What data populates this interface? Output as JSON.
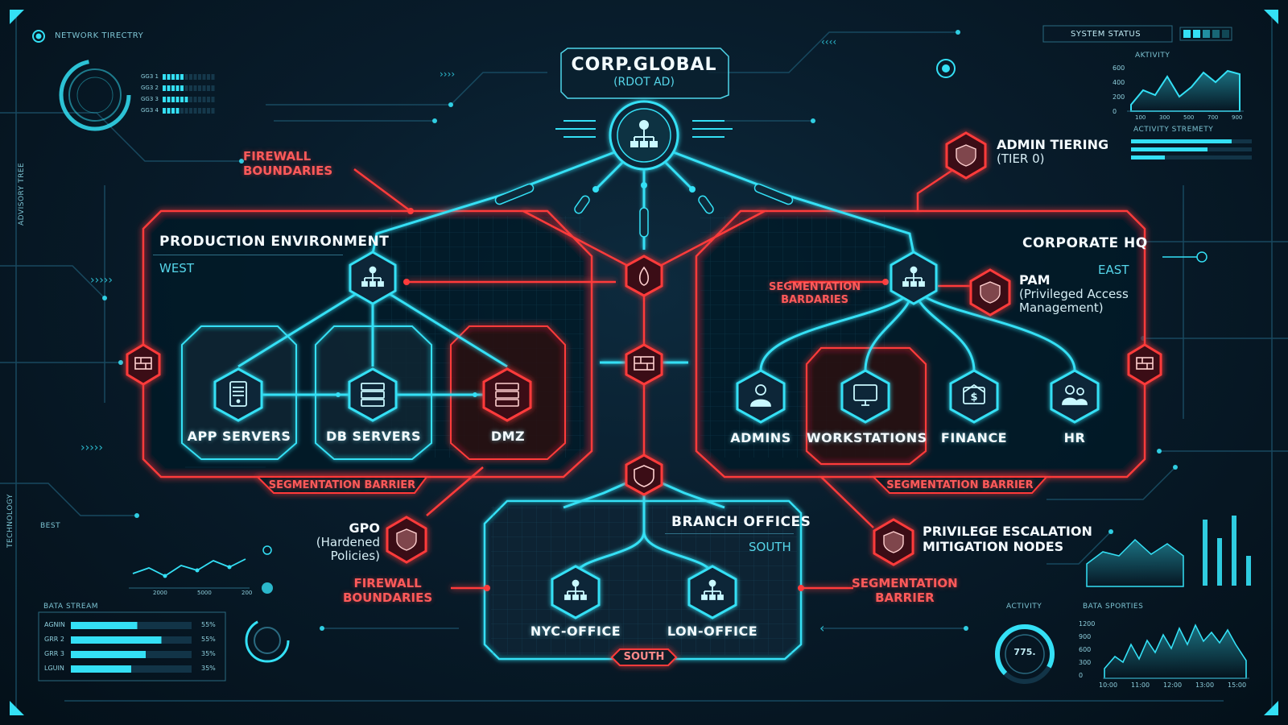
{
  "header": {
    "network_directory": "NETWORK TIRECTRY",
    "system_status": "SYSTEM STATUS"
  },
  "root": {
    "title": "CORP.GLOBAL",
    "subtitle": "(RDOT AD)"
  },
  "zones": {
    "production": {
      "title": "PRODUCTION ENVIRONMENT",
      "region": "WEST"
    },
    "corporate": {
      "title": "CORPORATE HQ",
      "region": "EAST"
    },
    "branch": {
      "title": "BRANCH OFFICES",
      "region": "SOUTH",
      "tag": "SOUTH"
    }
  },
  "nodes": {
    "app_servers": "APP SERVERS",
    "db_servers": "DB SERVERS",
    "dmz": "DMZ",
    "admins": "ADMINS",
    "workstations": "WORKSTATIONS",
    "finance": "FINANCE",
    "hr": "HR",
    "nyc_office": "NYC-OFFICE",
    "lon_office": "LON-OFFICE"
  },
  "annotations": {
    "firewall_top": [
      "FIREWALL",
      "BOUNDARIES"
    ],
    "firewall_bottom": [
      "FIREWALL",
      "BOUNDARIES"
    ],
    "segmentation_bardaries": [
      "SEGMENTATION",
      "BARDARIES"
    ],
    "segmentation_barrier_left": "SEGMENTATION BARRIER",
    "segmentation_barrier_right": "SEGMENTATION BARRIER",
    "segmentation_barrier_south": [
      "SEGMENTATION",
      "BARRIER"
    ],
    "admin_tiering": {
      "title": "ADMIN TIERING",
      "sub": "(TIER 0)"
    },
    "pam": {
      "title": "PAM",
      "sub": [
        "(Privileged Access",
        "Management)"
      ]
    },
    "gpo": {
      "title": "GPO",
      "sub": [
        "(Hardened",
        "Policies)"
      ]
    },
    "privilege": {
      "title": [
        "PRIVILEGE ESCALATION",
        "MITIGATION NODES"
      ]
    }
  },
  "panels": {
    "activity": "AKTIVITY",
    "activity_strength": "ACTIVITY STREMETY",
    "best": "BEST",
    "bata_stream": "BATA STREAM",
    "activity_small": "ACTIVITY",
    "bata_sporties": "BATA SPORTIES",
    "gauge_value": "775.",
    "left_vertical": "ADVISORY TREE",
    "left_vertical2": "TECHNOLOGY"
  },
  "data_stream": [
    {
      "name": "AGNIN",
      "pct": "55%",
      "value": 0.55
    },
    {
      "name": "GRR 2",
      "pct": "55%",
      "value": 0.75
    },
    {
      "name": "GRR 3",
      "pct": "35%",
      "value": 0.62
    },
    {
      "name": "LGUIN",
      "pct": "35%",
      "value": 0.5
    }
  ],
  "left_meter": [
    {
      "name": "GG3 1",
      "value": 0.45
    },
    {
      "name": "GG3 2",
      "value": 0.4
    },
    {
      "name": "GG3 3",
      "value": 0.5
    },
    {
      "name": "GG3 4",
      "value": 0.3
    }
  ],
  "activity_axis": [
    "600",
    "400",
    "200",
    "0"
  ],
  "activity_x": [
    "100",
    "300",
    "500",
    "700",
    "900"
  ],
  "sporties_axis": [
    "1200",
    "900",
    "600",
    "300",
    "0"
  ],
  "sporties_x": [
    "10:00",
    "11:00",
    "12:00",
    "13:00",
    "15:00"
  ],
  "best_x": [
    "2000",
    "5000",
    "200"
  ],
  "colors": {
    "cyan": "#34e0f5",
    "red": "#ff3b3b",
    "bg": "#081c2b"
  }
}
